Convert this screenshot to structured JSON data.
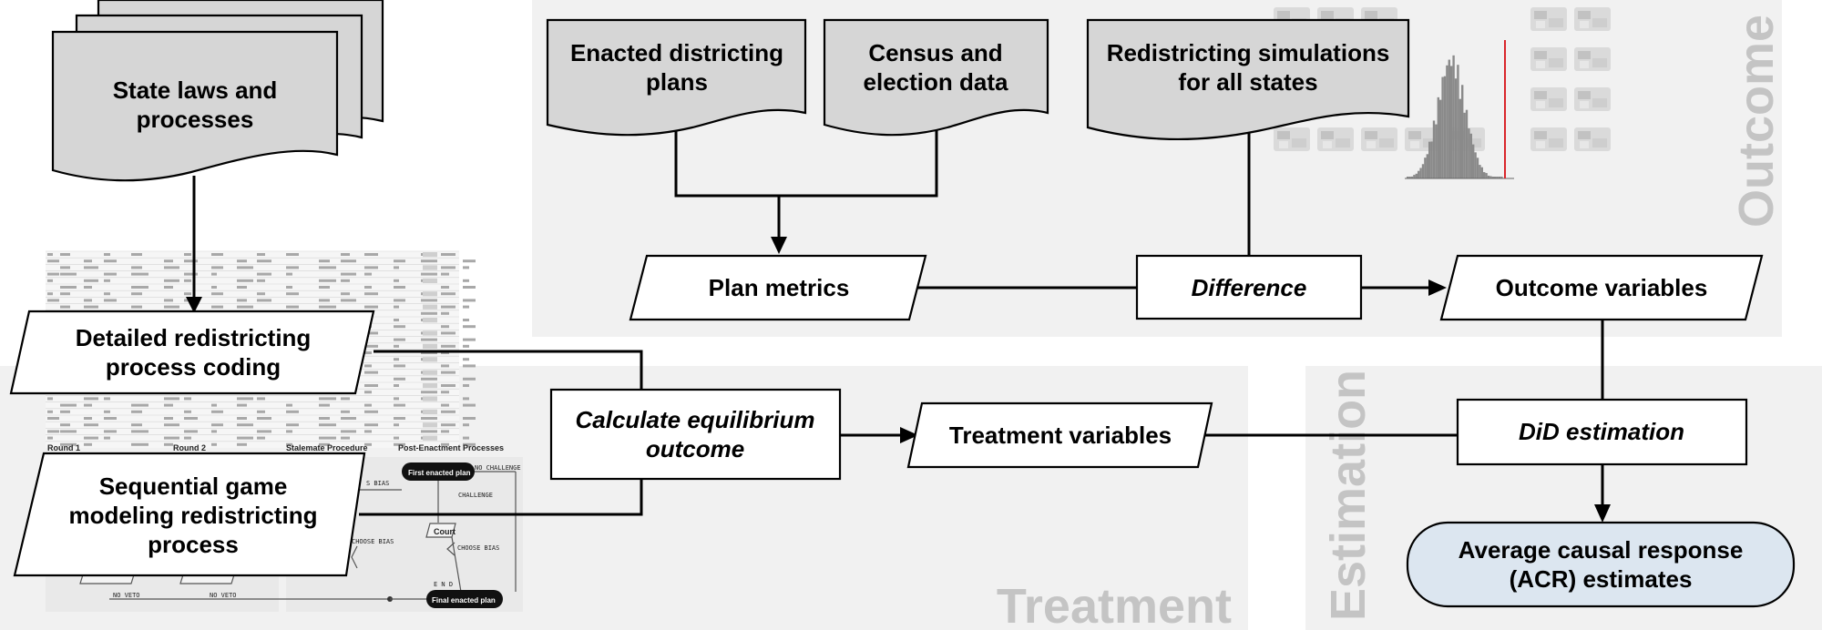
{
  "regions": {
    "outcome": "Outcome",
    "treatment": "Treatment",
    "estimation": "Estimation"
  },
  "nodes": {
    "state_laws": [
      "State laws and",
      "processes"
    ],
    "detailed_coding": [
      "Detailed redistricting",
      "process coding"
    ],
    "sequential_game": [
      "Sequential game",
      "modeling redistricting",
      "process"
    ],
    "enacted_plans": [
      "Enacted districting",
      "plans"
    ],
    "census_data": [
      "Census and",
      "election data"
    ],
    "simulations": [
      "Redistricting simulations",
      "for all states"
    ],
    "plan_metrics": [
      "Plan metrics"
    ],
    "difference": [
      "Difference"
    ],
    "outcome_variables": [
      "Outcome variables"
    ],
    "calc_equilibrium": [
      "Calculate equilibrium",
      "outcome"
    ],
    "treatment_variables": [
      "Treatment variables"
    ],
    "did_estimation": [
      "DiD estimation"
    ],
    "acr_estimates": [
      "Average causal response",
      "(ACR) estimates"
    ]
  },
  "game_thumbnail": {
    "headers": [
      "Round 1",
      "Round 2",
      "Stalemate Procedure",
      "Post-Enactment Processes"
    ],
    "labels": [
      "First enacted plan",
      "NO CHALLENGE",
      "CHALLENGE",
      "Court",
      "CHOOSE BIAS",
      "E N D",
      "Final enacted plan",
      "NO VETO",
      "NO VETO",
      "S BIAS",
      "CHOOSE BIAS"
    ]
  },
  "colors": {
    "region_bg": "#f1f1f1",
    "doc_fill": "#d6d6d6",
    "acr_fill": "#dce6f0",
    "sim_marker": "#d9262b",
    "hist_fill": "#8a8a8a"
  }
}
